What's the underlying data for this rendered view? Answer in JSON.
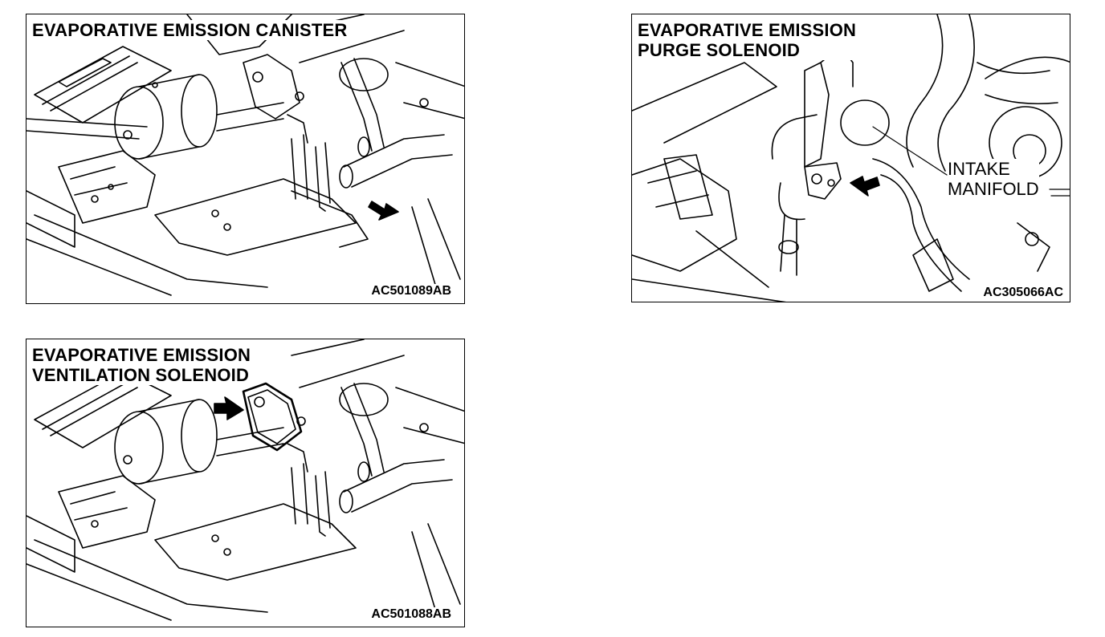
{
  "figures": [
    {
      "title_lines": [
        "EVAPORATIVE EMISSION CANISTER"
      ],
      "code": "AC501089AB"
    },
    {
      "title_lines": [
        "EVAPORATIVE EMISSION",
        "PURGE SOLENOID"
      ],
      "code": "AC305066AC",
      "callout_lines": [
        "INTAKE",
        "MANIFOLD"
      ]
    },
    {
      "title_lines": [
        "EVAPORATIVE EMISSION",
        "VENTILATION SOLENOID"
      ],
      "code": "AC501088AB"
    }
  ]
}
